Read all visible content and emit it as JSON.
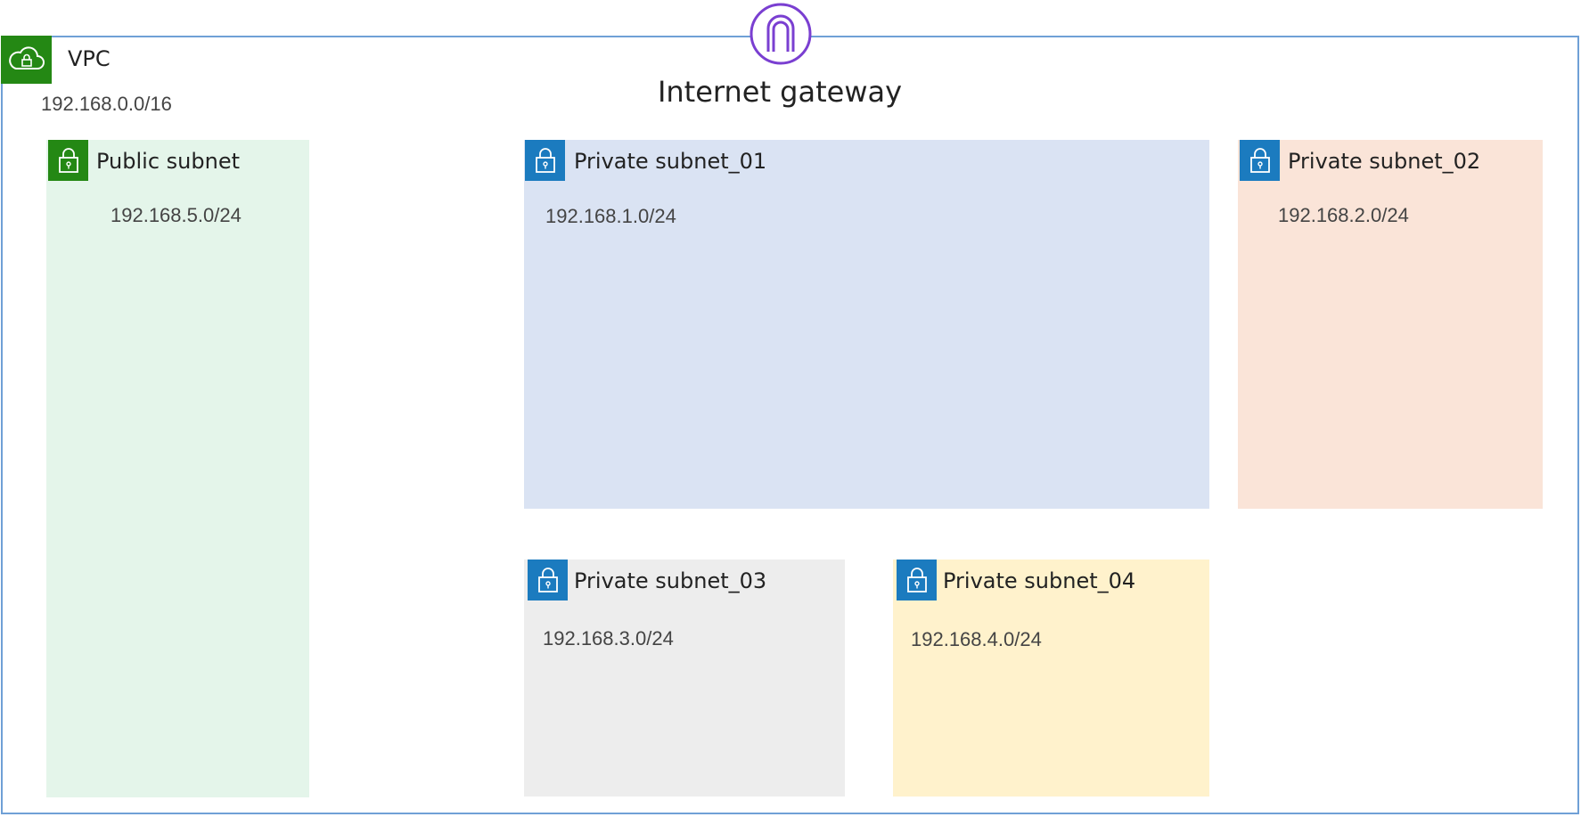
{
  "vpc": {
    "label": "VPC",
    "cidr": "192.168.0.0/16",
    "icon": "cloud-lock-icon",
    "badge_color": "#248814",
    "border_color": "#6fa0d6"
  },
  "internet_gateway": {
    "label": "Internet gateway",
    "icon": "internet-gateway-icon",
    "icon_color": "#7a3fd1"
  },
  "subnets": [
    {
      "title": "Public subnet",
      "cidr": "192.168.5.0/24",
      "icon": "lock-icon",
      "fill": "#e4f5ea",
      "badge_color": "#248814"
    },
    {
      "title": "Private subnet_01",
      "cidr": "192.168.1.0/24",
      "icon": "lock-icon",
      "fill": "#dae3f3",
      "badge_color": "#1b7bbf"
    },
    {
      "title": "Private subnet_02",
      "cidr": "192.168.2.0/24",
      "icon": "lock-icon",
      "fill": "#fae4d8",
      "badge_color": "#1b7bbf"
    },
    {
      "title": "Private subnet_03",
      "cidr": "192.168.3.0/24",
      "icon": "lock-icon",
      "fill": "#ededed",
      "badge_color": "#1b7bbf"
    },
    {
      "title": "Private subnet_04",
      "cidr": "192.168.4.0/24",
      "icon": "lock-icon",
      "fill": "#fff2cc",
      "badge_color": "#1b7bbf"
    }
  ]
}
